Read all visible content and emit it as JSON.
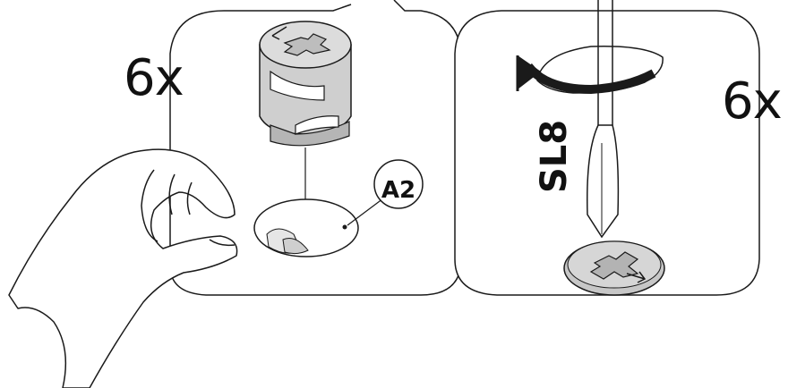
{
  "left_panel": {
    "quantity": "6x",
    "part_label": "A2",
    "cam_mark_x": "x",
    "cam_mark_minus": "–"
  },
  "right_panel": {
    "quantity": "6x",
    "tool_label": "SL8",
    "cam_mark_x": "x",
    "cam_mark_minus": "–"
  },
  "colors": {
    "line": "#1a1a1a",
    "part_fill": "#cfcfcf",
    "part_dark": "#9a9a9a",
    "panel_bg": "#ffffff"
  }
}
